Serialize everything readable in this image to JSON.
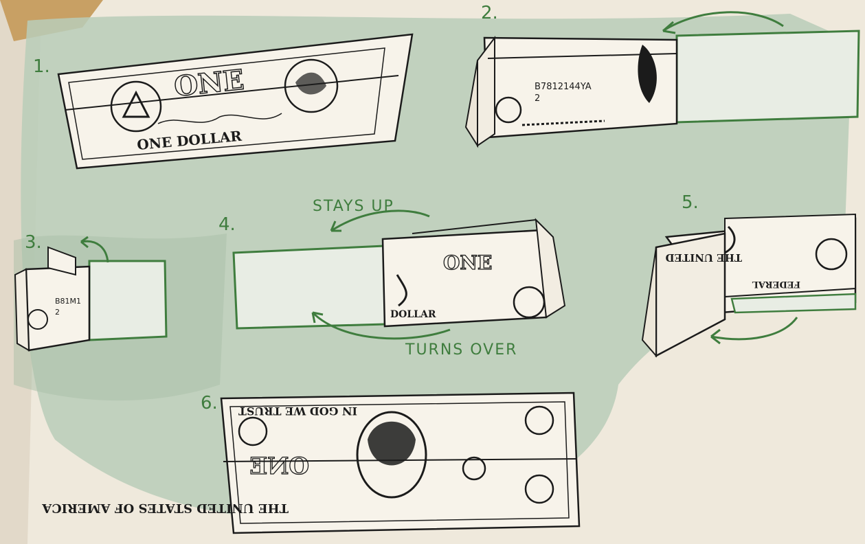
{
  "steps": [
    {
      "number": "1."
    },
    {
      "number": "2."
    },
    {
      "number": "3."
    },
    {
      "number": "4."
    },
    {
      "number": "5."
    },
    {
      "number": "6."
    }
  ],
  "annotations": {
    "stays_up": "STAYS UP",
    "turns_over": "TURNS OVER"
  },
  "bill_text": {
    "one": "ONE",
    "one_dollar": "ONE DOLLAR",
    "one_small": "ONE",
    "serial": "B7812144YA",
    "serial_2": "2",
    "serial_3": "B81M1",
    "serial_3b": "2",
    "dollar_word": "DOLLAR",
    "the_united": "THE UNITED",
    "federal": "FEDERAL",
    "in_god": "IN GOD WE TRUST",
    "united_states": "THE UNITED STATES OF AMERICA",
    "one_mirror": "ONE"
  },
  "colors": {
    "ink": "#1b1b1b",
    "green": "#3f7d3e",
    "paper": "#f4f0e6",
    "wash": "#b9cdb8"
  }
}
